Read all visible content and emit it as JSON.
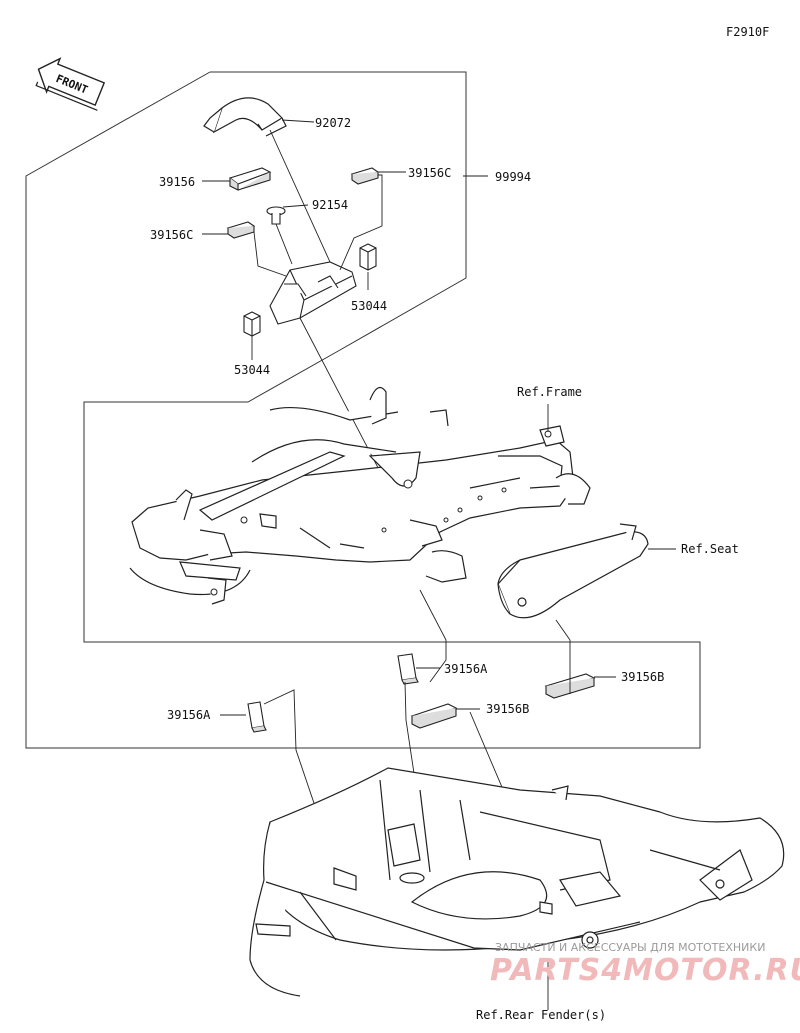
{
  "figure_code": "F2910F",
  "front_badge": "FRONT",
  "parts": {
    "p92072": "92072",
    "p39156_top": "39156",
    "p92154": "92154",
    "p39156C_right": "39156C",
    "p99994": "99994",
    "p39156C_left": "39156C",
    "p53044_right": "53044",
    "p53044_left": "53044",
    "p39156A_mid": "39156A",
    "p39156B_right": "39156B",
    "p39156B_mid": "39156B",
    "p39156A_left": "39156A"
  },
  "refs": {
    "frame": "Ref.Frame",
    "seat": "Ref.Seat",
    "rear_fender": "Ref.Rear Fender(s)"
  },
  "watermark": {
    "line1": "ЗАПЧАСТИ И АКСЕССУАРЫ ДЛЯ МОТОТЕХНИКИ",
    "logo": "PARTS4MOTOR.RU"
  }
}
